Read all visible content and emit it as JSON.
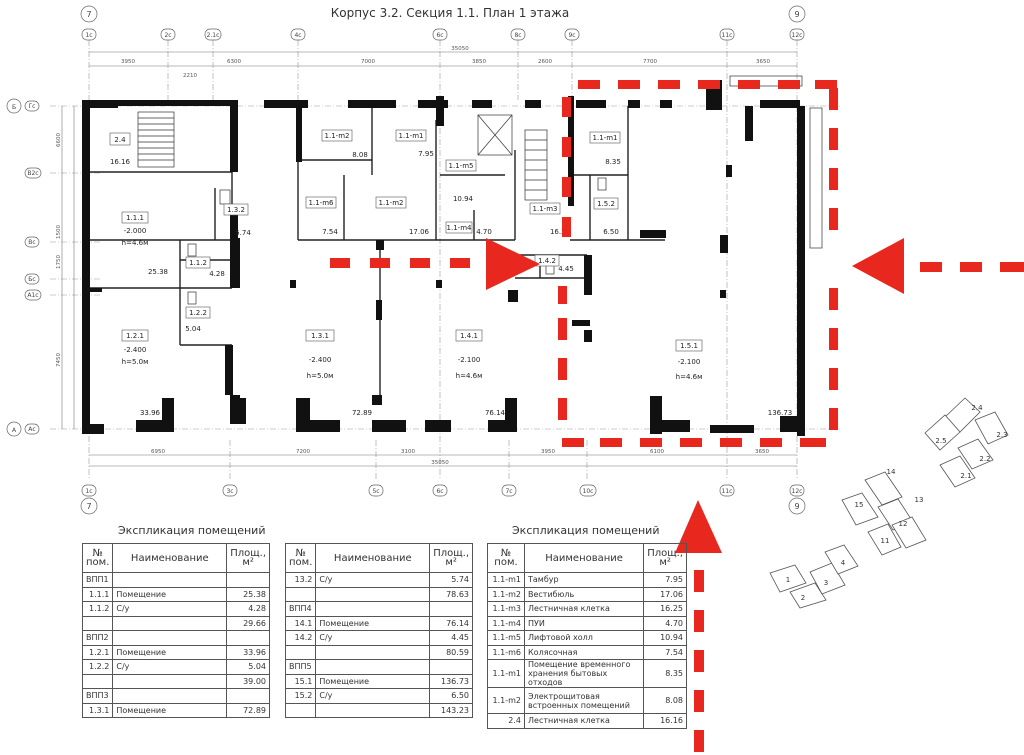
{
  "title": "Корпус 3.2. Секция 1.1. План 1 этажа",
  "axes_top": [
    "1с",
    "2с",
    "2.1с",
    "4с",
    "6с",
    "8с",
    "9с",
    "11с",
    "12с"
  ],
  "axes_bottom": [
    "1с",
    "3с",
    "5с",
    "6с",
    "7с",
    "10с",
    "11с",
    "12с"
  ],
  "axis_circles": {
    "tl": "7",
    "tr": "9",
    "bl": "7",
    "br": "9"
  },
  "axes_left": [
    "Б",
    "Гс",
    "В2с",
    "Вс",
    "Бс",
    "А1с",
    "А",
    "Ас"
  ],
  "dims_top": [
    "3950",
    "2210",
    "6300",
    "7000",
    "3850",
    "2600",
    "7700",
    "3650"
  ],
  "dims_top_total": "35050",
  "dims_bottom": [
    "6950",
    "7200",
    "3100",
    "3950",
    "6100",
    "3650"
  ],
  "dims_bottom_total": "35050",
  "dims_left": [
    "6600",
    "1500",
    "1750",
    "7450"
  ],
  "rooms": [
    {
      "id": "2.4",
      "label": "2.4",
      "area": "16.16"
    },
    {
      "id": "1.1.1",
      "label": "1.1.1",
      "level": "-2.000",
      "height": "h=4.6м",
      "area": "25.38"
    },
    {
      "id": "1.1.2",
      "label": "1.1.2",
      "area": "4.28"
    },
    {
      "id": "1.2.1",
      "label": "1.2.1",
      "level": "-2.400",
      "height": "h=5.0м",
      "area": "33.96"
    },
    {
      "id": "1.2.2",
      "label": "1.2.2",
      "area": "5.04"
    },
    {
      "id": "1.3.2",
      "label": "1.3.2",
      "area": "5.74"
    },
    {
      "id": "1.3.1",
      "label": "1.3.1",
      "level": "-2.400",
      "height": "h=5.0м",
      "area": "72.89"
    },
    {
      "id": "1.1-m2",
      "label": "1.1-m2",
      "area": "8.08"
    },
    {
      "id": "1.1-m1",
      "label": "1.1-m1",
      "area": "7.95"
    },
    {
      "id": "1.1-m6",
      "label": "1.1-m6",
      "area": "7.54"
    },
    {
      "id": "1.1-m2b",
      "label": "1.1-m2",
      "area": "17.06"
    },
    {
      "id": "1.1-m5",
      "label": "1.1-m5",
      "area": "10.94"
    },
    {
      "id": "1.1-m4",
      "label": "1.1-m4",
      "area": "4.70"
    },
    {
      "id": "1.1-m3",
      "label": "1.1-m3",
      "area": "16.25"
    },
    {
      "id": "1.4.2",
      "label": "1.4.2",
      "area": "4.45"
    },
    {
      "id": "1.4.1",
      "label": "1.4.1",
      "level": "-2.100",
      "height": "h=4.6м",
      "area": "76.14"
    },
    {
      "id": "1.1-m1b",
      "label": "1.1-m1",
      "area": "8.35"
    },
    {
      "id": "1.5.2",
      "label": "1.5.2",
      "area": "6.50"
    },
    {
      "id": "1.5.1",
      "label": "1.5.1",
      "level": "-2.100",
      "height": "h=4.6м",
      "area": "136.73"
    }
  ],
  "keyplan_labels": [
    "1",
    "2",
    "3",
    "4",
    "11",
    "12",
    "13",
    "14",
    "15",
    "2.1",
    "2.2",
    "2.3",
    "2.4",
    "2.5"
  ],
  "explication_title_1": "Экспликация помещений",
  "explication_title_2": "Экспликация помещений",
  "table_headers": {
    "num": "№ пом.",
    "name": "Наименование",
    "area": "Площ., м²"
  },
  "table1": [
    {
      "c": "ВПП1",
      "n": "",
      "a": "",
      "group": true
    },
    {
      "c": "1.1.1",
      "n": "Помещение",
      "a": "25.38"
    },
    {
      "c": "1.1.2",
      "n": "С/у",
      "a": "4.28"
    },
    {
      "c": "",
      "n": "",
      "a": "29.66"
    },
    {
      "c": "ВПП2",
      "n": "",
      "a": "",
      "group": true
    },
    {
      "c": "1.2.1",
      "n": "Помещение",
      "a": "33.96"
    },
    {
      "c": "1.2.2",
      "n": "С/у",
      "a": "5.04"
    },
    {
      "c": "",
      "n": "",
      "a": "39.00"
    },
    {
      "c": "ВПП3",
      "n": "",
      "a": "",
      "group": true
    },
    {
      "c": "1.3.1",
      "n": "Помещение",
      "a": "72.89"
    }
  ],
  "table2": [
    {
      "c": "13.2",
      "n": "С/у",
      "a": "5.74"
    },
    {
      "c": "",
      "n": "",
      "a": "78.63"
    },
    {
      "c": "ВПП4",
      "n": "",
      "a": "",
      "group": true
    },
    {
      "c": "14.1",
      "n": "Помещение",
      "a": "76.14"
    },
    {
      "c": "14.2",
      "n": "С/у",
      "a": "4.45"
    },
    {
      "c": "",
      "n": "",
      "a": "80.59"
    },
    {
      "c": "ВПП5",
      "n": "",
      "a": "",
      "group": true
    },
    {
      "c": "15.1",
      "n": "Помещение",
      "a": "136.73"
    },
    {
      "c": "15.2",
      "n": "С/у",
      "a": "6.50"
    },
    {
      "c": "",
      "n": "",
      "a": "143.23"
    }
  ],
  "table3": [
    {
      "c": "1.1-m1",
      "n": "Тамбур",
      "a": "7.95"
    },
    {
      "c": "1.1-m2",
      "n": "Вестибюль",
      "a": "17.06"
    },
    {
      "c": "1.1-m3",
      "n": "Лестничная клетка",
      "a": "16.25"
    },
    {
      "c": "1.1-m4",
      "n": "ПУИ",
      "a": "4.70"
    },
    {
      "c": "1.1-m5",
      "n": "Лифтовой холл",
      "a": "10.94"
    },
    {
      "c": "1.1-m6",
      "n": "Колясочная",
      "a": "7.54"
    },
    {
      "c": "1.1-m1",
      "n": "Помещение временного хранения бытовых отходов",
      "a": "8.35",
      "tall": true
    },
    {
      "c": "1.1-m2",
      "n": "Электрощитовая встроенных помещений",
      "a": "8.08",
      "tall": true
    },
    {
      "c": "2.4",
      "n": "Лестничная клетка",
      "a": "16.16"
    }
  ],
  "colors": {
    "wall": "#111111",
    "highlight": "#e8281e",
    "grid": "#888888",
    "text": "#333333"
  }
}
